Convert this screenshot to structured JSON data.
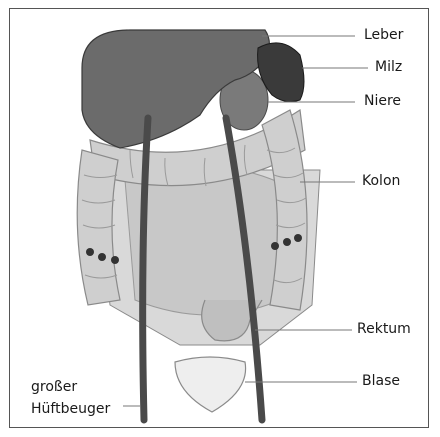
{
  "labels": {
    "leber": "Leber",
    "milz": "Milz",
    "niere": "Niere",
    "kolon": "Kolon",
    "rektum": "Rektum",
    "blase": "Blase",
    "hueftbeuger_line1": "großer",
    "hueftbeuger_line2": "Hüftbeuger"
  },
  "colors": {
    "liver": "#6b6b6b",
    "spleen": "#3a3a3a",
    "kidney": "#7a7a7a",
    "colon": "#cfcfcf",
    "intestine_bg": "#d9d9d9",
    "muscle": "#4a4a4a",
    "bladder": "#eeeeee",
    "leader_line": "#777777"
  }
}
